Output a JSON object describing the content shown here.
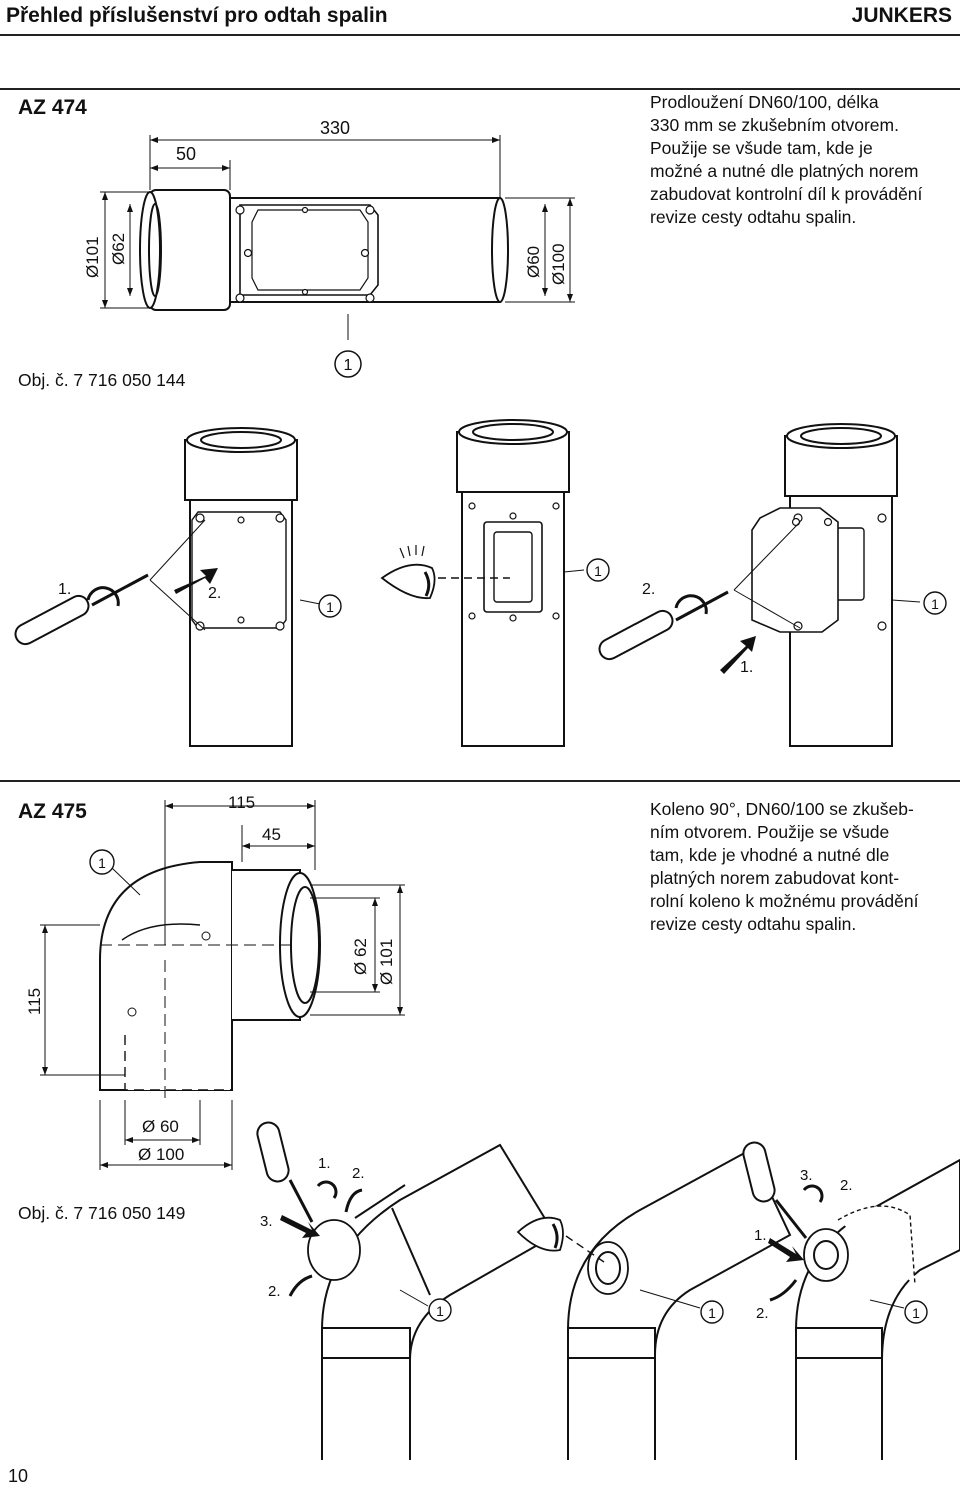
{
  "header": {
    "title": "Přehled příslušenství pro odtah spalin",
    "brand": "JUNKERS"
  },
  "sections": [
    {
      "code": "AZ 474",
      "description": [
        "Prodloužení DN60/100, délka",
        "330 mm se zkušebním otvorem.",
        "Použije se všude tam, kde je",
        "možné a nutné dle platných norem",
        "zabudovat kontrolní díl k provádění",
        "revize cesty odtahu spalin."
      ],
      "order_number": "Obj. č. 7 716 050 144",
      "dimensions": {
        "length": "330",
        "socket": "50",
        "d_outer_left": "Ø101",
        "d_inner_left": "Ø62",
        "d_inner_right": "Ø60",
        "d_outer_right": "Ø100"
      },
      "callout": "1",
      "steps": {
        "s1": "1.",
        "s2": "2."
      }
    },
    {
      "code": "AZ 475",
      "description": [
        "Koleno 90°, DN60/100 se zkušeb-",
        "ním otvorem. Použije se všude",
        "tam, kde je vhodné a nutné dle",
        "platných norem zabudovat kont-",
        "rolní koleno k možnému provádění",
        "revize cesty odtahu spalin."
      ],
      "order_number": "Obj. č. 7 716 050 149",
      "dimensions": {
        "width": "115",
        "socket": "45",
        "height": "115",
        "d_inner_right": "Ø 62",
        "d_outer_right": "Ø 101",
        "d_inner_bottom": "Ø 60",
        "d_outer_bottom": "Ø 100"
      },
      "callout": "1",
      "steps": {
        "s1": "1.",
        "s2": "2.",
        "s3": "3."
      }
    }
  ],
  "page_number": "10"
}
